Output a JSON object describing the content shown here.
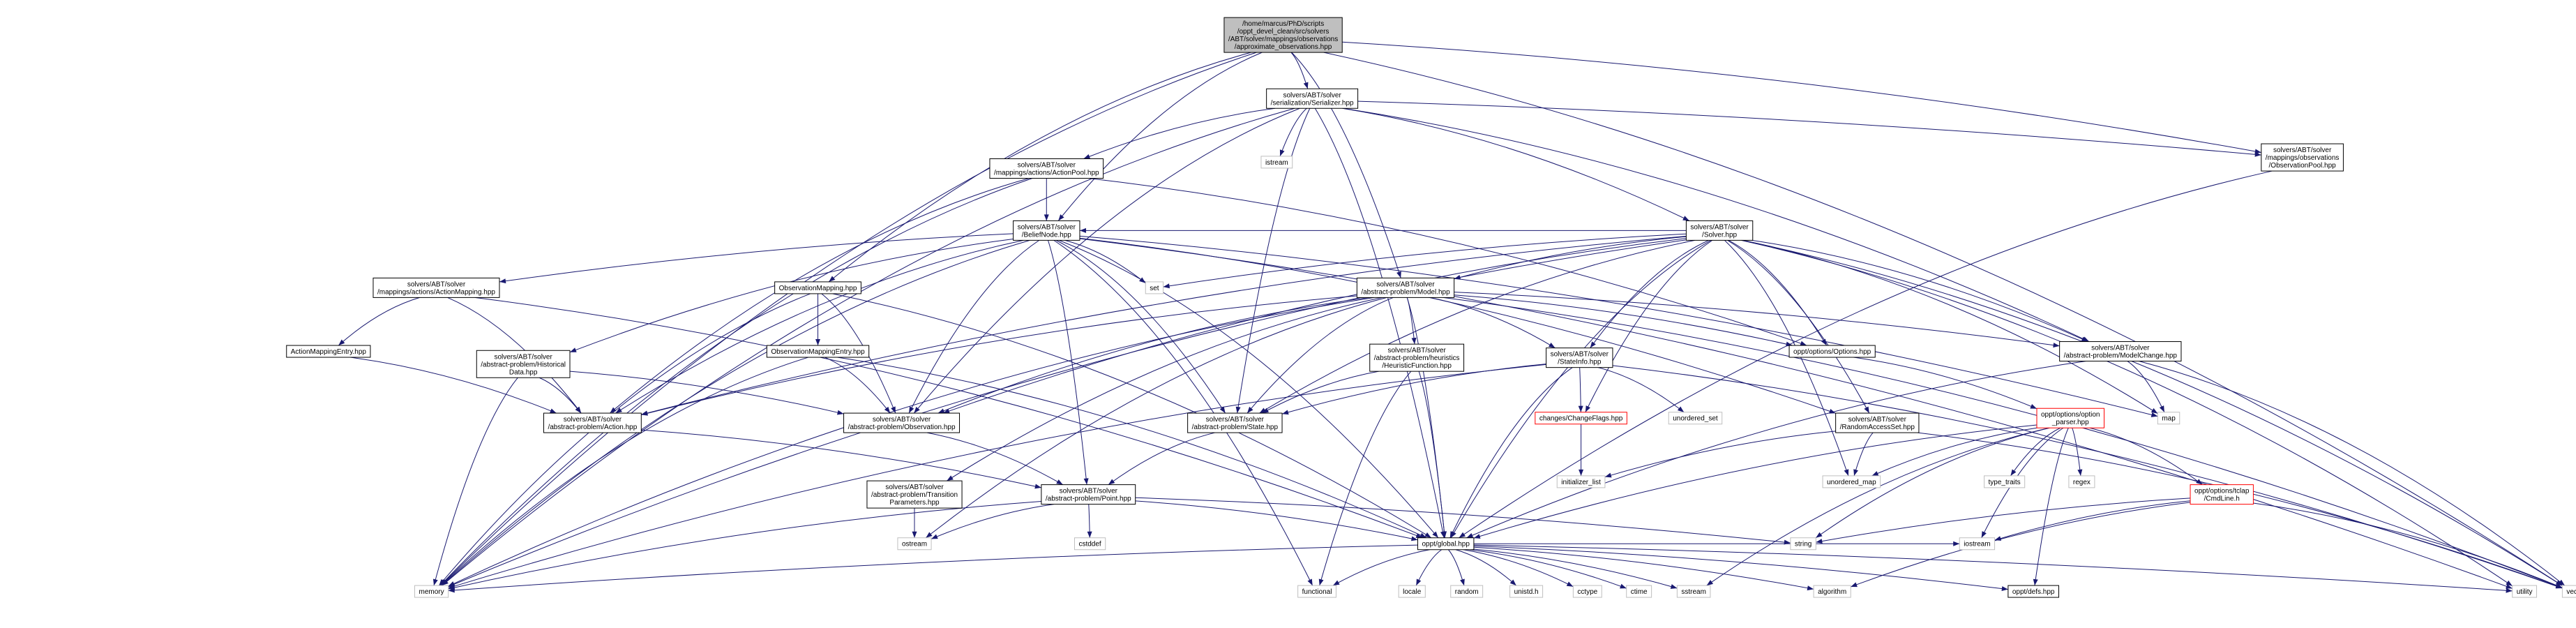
{
  "diagram": {
    "colors": {
      "edge": "#191970",
      "node_border": "#000000",
      "root_fill": "#bfbfbf",
      "missing_border": "#bfbfbf",
      "red_border": "#ff0000"
    },
    "nodes": [
      {
        "id": "root",
        "lines": [
          "/home/marcus/PhD/scripts",
          "/oppt_devel_clean/src/solvers",
          "/ABT/solver/mappings/observations",
          "/approximate_observations.hpp"
        ],
        "style": "root"
      },
      {
        "id": "serializer",
        "lines": [
          "solvers/ABT/solver",
          "/serialization/Serializer.hpp"
        ],
        "style": "normal"
      },
      {
        "id": "obspool",
        "lines": [
          "solvers/ABT/solver",
          "/mappings/observations",
          "/ObservationPool.hpp"
        ],
        "style": "normal"
      },
      {
        "id": "vector",
        "lines": [
          "vector"
        ],
        "style": "missing"
      },
      {
        "id": "memory",
        "lines": [
          "memory"
        ],
        "style": "missing"
      },
      {
        "id": "istream",
        "lines": [
          "istream"
        ],
        "style": "missing"
      },
      {
        "id": "actionpool",
        "lines": [
          "solvers/ABT/solver",
          "/mappings/actions/ActionPool.hpp"
        ],
        "style": "normal"
      },
      {
        "id": "solver",
        "lines": [
          "solvers/ABT/solver",
          "/Solver.hpp"
        ],
        "style": "normal"
      },
      {
        "id": "beliefnode",
        "lines": [
          "solvers/ABT/solver",
          "/BeliefNode.hpp"
        ],
        "style": "normal"
      },
      {
        "id": "set",
        "lines": [
          "set"
        ],
        "style": "missing"
      },
      {
        "id": "actionmapping",
        "lines": [
          "solvers/ABT/solver",
          "/mappings/actions/ActionMapping.hpp"
        ],
        "style": "normal"
      },
      {
        "id": "obsmapping",
        "lines": [
          "ObservationMapping.hpp"
        ],
        "style": "normal"
      },
      {
        "id": "model",
        "lines": [
          "solvers/ABT/solver",
          "/abstract-problem/Model.hpp"
        ],
        "style": "normal"
      },
      {
        "id": "utility",
        "lines": [
          "utility"
        ],
        "style": "missing"
      },
      {
        "id": "actionmappingentry",
        "lines": [
          "ActionMappingEntry.hpp"
        ],
        "style": "normal"
      },
      {
        "id": "historical",
        "lines": [
          "solvers/ABT/solver",
          "/abstract-problem/Historical",
          "Data.hpp"
        ],
        "style": "normal"
      },
      {
        "id": "obsmappingentry",
        "lines": [
          "ObservationMappingEntry.hpp"
        ],
        "style": "normal"
      },
      {
        "id": "heuristic",
        "lines": [
          "solvers/ABT/solver",
          "/abstract-problem/heuristics",
          "/HeuristicFunction.hpp"
        ],
        "style": "normal"
      },
      {
        "id": "stateinfo",
        "lines": [
          "solvers/ABT/solver",
          "/StateInfo.hpp"
        ],
        "style": "normal"
      },
      {
        "id": "options",
        "lines": [
          "oppt/options/Options.hpp"
        ],
        "style": "normal"
      },
      {
        "id": "modelchange",
        "lines": [
          "solvers/ABT/solver",
          "/abstract-problem/ModelChange.hpp"
        ],
        "style": "normal"
      },
      {
        "id": "action",
        "lines": [
          "solvers/ABT/solver",
          "/abstract-problem/Action.hpp"
        ],
        "style": "normal"
      },
      {
        "id": "observation",
        "lines": [
          "solvers/ABT/solver",
          "/abstract-problem/Observation.hpp"
        ],
        "style": "normal"
      },
      {
        "id": "state",
        "lines": [
          "solvers/ABT/solver",
          "/abstract-problem/State.hpp"
        ],
        "style": "normal"
      },
      {
        "id": "changeflags",
        "lines": [
          "changes/ChangeFlags.hpp"
        ],
        "style": "red"
      },
      {
        "id": "unordered_set",
        "lines": [
          "unordered_set"
        ],
        "style": "missing"
      },
      {
        "id": "randomaccess",
        "lines": [
          "solvers/ABT/solver",
          "/RandomAccessSet.hpp"
        ],
        "style": "normal"
      },
      {
        "id": "optparser",
        "lines": [
          "oppt/options/option",
          "_parser.hpp"
        ],
        "style": "red"
      },
      {
        "id": "map",
        "lines": [
          "map"
        ],
        "style": "missing"
      },
      {
        "id": "transition",
        "lines": [
          "solvers/ABT/solver",
          "/abstract-problem/Transition",
          "Parameters.hpp"
        ],
        "style": "normal"
      },
      {
        "id": "point",
        "lines": [
          "solvers/ABT/solver",
          "/abstract-problem/Point.hpp"
        ],
        "style": "normal"
      },
      {
        "id": "initlist",
        "lines": [
          "initializer_list"
        ],
        "style": "missing"
      },
      {
        "id": "unordered_map",
        "lines": [
          "unordered_map"
        ],
        "style": "missing"
      },
      {
        "id": "type_traits",
        "lines": [
          "type_traits"
        ],
        "style": "missing"
      },
      {
        "id": "regex",
        "lines": [
          "regex"
        ],
        "style": "missing"
      },
      {
        "id": "cmdline",
        "lines": [
          "oppt/options/tclap",
          "/CmdLine.h"
        ],
        "style": "red"
      },
      {
        "id": "ostream",
        "lines": [
          "ostream"
        ],
        "style": "missing"
      },
      {
        "id": "cstddef",
        "lines": [
          "cstddef"
        ],
        "style": "missing"
      },
      {
        "id": "global",
        "lines": [
          "oppt/global.hpp"
        ],
        "style": "normal"
      },
      {
        "id": "string",
        "lines": [
          "string"
        ],
        "style": "missing"
      },
      {
        "id": "iostream",
        "lines": [
          "iostream"
        ],
        "style": "missing"
      },
      {
        "id": "functional",
        "lines": [
          "functional"
        ],
        "style": "missing"
      },
      {
        "id": "locale",
        "lines": [
          "locale"
        ],
        "style": "missing"
      },
      {
        "id": "random",
        "lines": [
          "random"
        ],
        "style": "missing"
      },
      {
        "id": "unistd",
        "lines": [
          "unistd.h"
        ],
        "style": "missing"
      },
      {
        "id": "cctype",
        "lines": [
          "cctype"
        ],
        "style": "missing"
      },
      {
        "id": "ctime",
        "lines": [
          "ctime"
        ],
        "style": "missing"
      },
      {
        "id": "sstream",
        "lines": [
          "sstream"
        ],
        "style": "missing"
      },
      {
        "id": "algorithm",
        "lines": [
          "algorithm"
        ],
        "style": "missing"
      },
      {
        "id": "defs",
        "lines": [
          "oppt/defs.hpp"
        ],
        "style": "normal"
      }
    ],
    "edges": [
      [
        "root",
        "serializer"
      ],
      [
        "root",
        "obspool"
      ],
      [
        "root",
        "vector"
      ],
      [
        "root",
        "memory"
      ],
      [
        "root",
        "beliefnode"
      ],
      [
        "root",
        "obsmapping"
      ],
      [
        "root",
        "model"
      ],
      [
        "serializer",
        "actionpool"
      ],
      [
        "serializer",
        "istream"
      ],
      [
        "serializer",
        "solver"
      ],
      [
        "serializer",
        "obspool"
      ],
      [
        "serializer",
        "memory"
      ],
      [
        "serializer",
        "observation"
      ],
      [
        "serializer",
        "state"
      ],
      [
        "serializer",
        "global"
      ],
      [
        "serializer",
        "modelchange"
      ],
      [
        "obspool",
        "global"
      ],
      [
        "actionpool",
        "beliefnode"
      ],
      [
        "actionpool",
        "memory"
      ],
      [
        "actionpool",
        "action"
      ],
      [
        "actionpool",
        "options"
      ],
      [
        "solver",
        "set"
      ],
      [
        "solver",
        "model"
      ],
      [
        "solver",
        "beliefnode"
      ],
      [
        "solver",
        "utility"
      ],
      [
        "solver",
        "vector"
      ],
      [
        "solver",
        "map"
      ],
      [
        "solver",
        "options"
      ],
      [
        "solver",
        "stateinfo"
      ],
      [
        "solver",
        "changeflags"
      ],
      [
        "solver",
        "observation"
      ],
      [
        "solver",
        "action"
      ],
      [
        "solver",
        "state"
      ],
      [
        "solver",
        "global"
      ],
      [
        "solver",
        "modelchange"
      ],
      [
        "solver",
        "randomaccess"
      ],
      [
        "solver",
        "memory"
      ],
      [
        "solver",
        "unordered_map"
      ],
      [
        "beliefnode",
        "set"
      ],
      [
        "beliefnode",
        "actionmapping"
      ],
      [
        "beliefnode",
        "historical"
      ],
      [
        "beliefnode",
        "memory"
      ],
      [
        "beliefnode",
        "action"
      ],
      [
        "beliefnode",
        "observation"
      ],
      [
        "beliefnode",
        "state"
      ],
      [
        "beliefnode",
        "global"
      ],
      [
        "beliefnode",
        "map"
      ],
      [
        "beliefnode",
        "randomaccess"
      ],
      [
        "beliefnode",
        "functional"
      ],
      [
        "beliefnode",
        "point"
      ],
      [
        "beliefnode",
        "utility"
      ],
      [
        "actionmapping",
        "actionmappingentry"
      ],
      [
        "actionmapping",
        "action"
      ],
      [
        "actionmapping",
        "global"
      ],
      [
        "actionmappingentry",
        "action"
      ],
      [
        "obsmapping",
        "obsmappingentry"
      ],
      [
        "obsmapping",
        "observation"
      ],
      [
        "obsmapping",
        "memory"
      ],
      [
        "obsmapping",
        "global"
      ],
      [
        "obsmappingentry",
        "observation"
      ],
      [
        "obsmappingentry",
        "memory"
      ],
      [
        "obsmappingentry",
        "global"
      ],
      [
        "historical",
        "action"
      ],
      [
        "historical",
        "memory"
      ],
      [
        "historical",
        "observation"
      ],
      [
        "model",
        "heuristic"
      ],
      [
        "model",
        "stateinfo"
      ],
      [
        "model",
        "options"
      ],
      [
        "model",
        "modelchange"
      ],
      [
        "model",
        "action"
      ],
      [
        "model",
        "observation"
      ],
      [
        "model",
        "state"
      ],
      [
        "model",
        "transition"
      ],
      [
        "model",
        "global"
      ],
      [
        "model",
        "memory"
      ],
      [
        "model",
        "ostream"
      ],
      [
        "model",
        "vector"
      ],
      [
        "heuristic",
        "state"
      ],
      [
        "heuristic",
        "global"
      ],
      [
        "heuristic",
        "functional"
      ],
      [
        "stateinfo",
        "state"
      ],
      [
        "stateinfo",
        "changeflags"
      ],
      [
        "stateinfo",
        "unordered_set"
      ],
      [
        "stateinfo",
        "global"
      ],
      [
        "stateinfo",
        "memory"
      ],
      [
        "stateinfo",
        "vector"
      ],
      [
        "options",
        "optparser"
      ],
      [
        "modelchange",
        "map"
      ],
      [
        "modelchange",
        "vector"
      ],
      [
        "modelchange",
        "global"
      ],
      [
        "action",
        "point"
      ],
      [
        "observation",
        "point"
      ],
      [
        "state",
        "point"
      ],
      [
        "changeflags",
        "initlist"
      ],
      [
        "randomaccess",
        "unordered_map"
      ],
      [
        "randomaccess",
        "initlist"
      ],
      [
        "randomaccess",
        "vector"
      ],
      [
        "optparser",
        "type_traits"
      ],
      [
        "optparser",
        "regex"
      ],
      [
        "optparser",
        "cmdline"
      ],
      [
        "optparser",
        "unordered_map"
      ],
      [
        "optparser",
        "string"
      ],
      [
        "optparser",
        "iostream"
      ],
      [
        "optparser",
        "global"
      ],
      [
        "optparser",
        "sstream"
      ],
      [
        "optparser",
        "defs"
      ],
      [
        "cmdline",
        "vector"
      ],
      [
        "cmdline",
        "string"
      ],
      [
        "cmdline",
        "iostream"
      ],
      [
        "cmdline",
        "algorithm"
      ],
      [
        "transition",
        "ostream"
      ],
      [
        "point",
        "ostream"
      ],
      [
        "point",
        "cstddef"
      ],
      [
        "point",
        "memory"
      ],
      [
        "point",
        "global"
      ],
      [
        "point",
        "string"
      ],
      [
        "global",
        "memory"
      ],
      [
        "global",
        "functional"
      ],
      [
        "global",
        "locale"
      ],
      [
        "global",
        "random"
      ],
      [
        "global",
        "unistd"
      ],
      [
        "global",
        "cctype"
      ],
      [
        "global",
        "ctime"
      ],
      [
        "global",
        "sstream"
      ],
      [
        "global",
        "algorithm"
      ],
      [
        "global",
        "defs"
      ],
      [
        "global",
        "utility"
      ],
      [
        "global",
        "iostream"
      ]
    ]
  }
}
